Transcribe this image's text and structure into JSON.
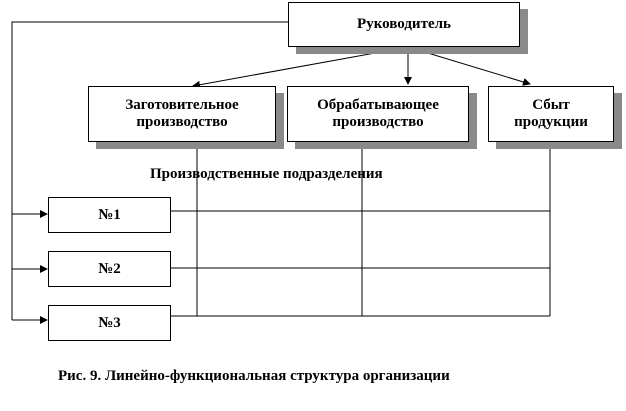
{
  "diagram": {
    "head": "Руководитель",
    "functions": [
      {
        "line1": "Заготовительное",
        "line2": "производство"
      },
      {
        "line1": "Обрабатывающее",
        "line2": "производство"
      },
      {
        "line1": "Сбыт",
        "line2": "продукции"
      }
    ],
    "subdivisions_label": "Производственные подразделения",
    "units": [
      "№1",
      "№2",
      "№3"
    ],
    "caption": "Рис. 9. Линейно-функциональная структура организации"
  }
}
